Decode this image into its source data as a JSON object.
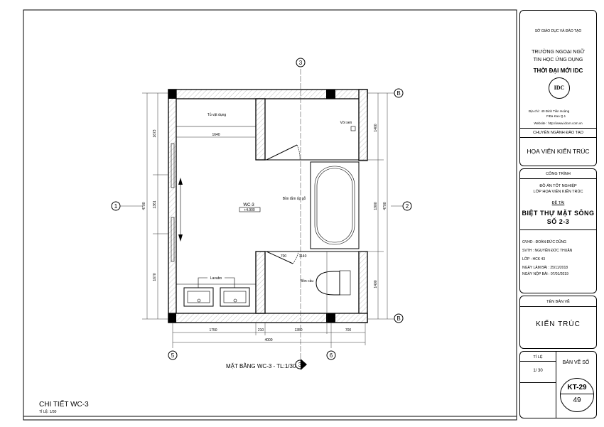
{
  "title_block": {
    "department": "SỞ GIÁO DỤC VÀ ĐÀO TẠO",
    "school_line1": "TRƯỜNG NGOẠI NGỮ",
    "school_line2": "TIN HỌC ỨNG DỤNG",
    "school_name": "THỜI ĐẠI MỚI IDC",
    "logo_text": "IDC",
    "address_line1": "Địa chỉ   : 40 Đinh Tiên Hoàng",
    "address_line2": "P.Đa Kao    Q.1",
    "website": "Website : http://www.idcvn.com.vn",
    "major_label": "CHUYÊN NGÀNH ĐÀO TẠO",
    "major": "HỌA VIÊN KIẾN TRÚC",
    "project_label": "CÔNG TRÌNH",
    "project_line1": "ĐỒ ÁN TỐT NGHIỆP",
    "project_line2": "LỚP HỌA VIÊN KIẾN TRÚC",
    "topic_label": "ĐỀ TÀI",
    "topic_line1": "BIỆT THỰ MẶT SÔNG",
    "topic_line2": "SỐ 2-3",
    "gvhd": "GVHD  : ĐOÀN ĐỨC DŨNG",
    "svth": "SVTH  : NGUYỄN ĐỨC THUẬN",
    "lop": "LỚP     : HCK 43",
    "start_date": "NGÀY LÀM BÀI  :  25/11/2018",
    "submit_date": "NGÀY NỘP BÀI  :  07/01/2019",
    "drawing_name_label": "TÊN BẢN VẼ",
    "drawing_name": "KIẾN TRÚC",
    "scale_label": "TỈ LỆ",
    "scale": "1/ 30",
    "sheet_label": "BẢN VẼ SỐ",
    "sheet_code": "KT-29",
    "sheet_number": "49"
  },
  "plan": {
    "title": "MẶT BẰNG WC-3 - TL:1/30",
    "room_name": "WC-3",
    "room_level": "+4.900",
    "labels": {
      "wardrobe": "Tủ vật dụng",
      "shower": "Vòi sen",
      "bathtub": "Bồn tắm ốp gỗ",
      "toilet": "Bồn cầu",
      "lavabo": "Lavabo"
    },
    "grid_bubbles": {
      "top": "3",
      "left": "1",
      "right": "2",
      "right_top": "B",
      "right_bottom": "B",
      "bottom_left": "5",
      "bottom_right": "6",
      "section": "3"
    },
    "dims_left": [
      "1673",
      "1361",
      "1670"
    ],
    "dim_left_total": "4700",
    "dims_right": [
      "1400",
      "1900",
      "1400"
    ],
    "dim_right_total": "4700",
    "dims_bottom": [
      "1750",
      "210",
      "1350",
      "700"
    ],
    "dim_bottom_total": "4000",
    "dim_wardrobe": "1640",
    "dim_door": "700",
    "dim_toilet_room": "1140"
  },
  "detail": {
    "title": "CHI TIẾT WC-3",
    "scale": "TỈ LỆ: 1/30"
  }
}
